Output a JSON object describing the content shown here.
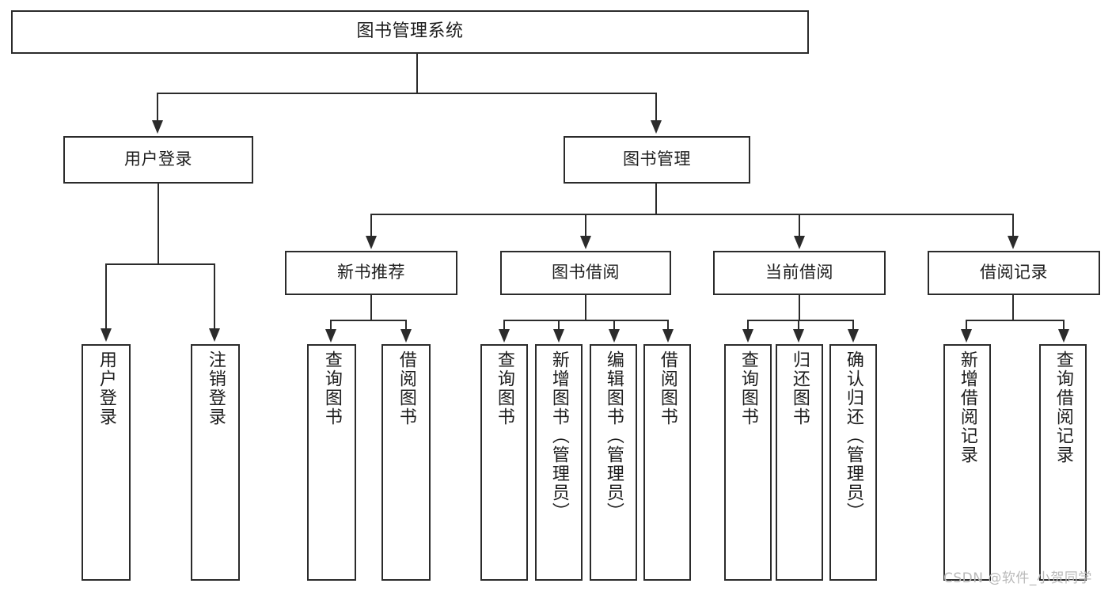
{
  "diagram": {
    "type": "tree-hierarchy-chart",
    "title_node": {
      "label": "图书管理系统"
    },
    "level2": [
      {
        "id": "user-login",
        "label": "用户登录"
      },
      {
        "id": "book-management",
        "label": "图书管理"
      }
    ],
    "level3": [
      {
        "id": "new-book-recommend",
        "label": "新书推荐"
      },
      {
        "id": "book-borrow",
        "label": "图书借阅"
      },
      {
        "id": "current-borrow",
        "label": "当前借阅"
      },
      {
        "id": "borrow-record",
        "label": "借阅记录"
      }
    ],
    "leaves": {
      "user_login": [
        {
          "id": "leaf-user-login",
          "label": "用户登录"
        },
        {
          "id": "leaf-logout",
          "label": "注销登录"
        }
      ],
      "new_book_recommend": [
        {
          "id": "leaf-query-book-1",
          "label": "查询图书"
        },
        {
          "id": "leaf-borrow-book-1",
          "label": "借阅图书"
        }
      ],
      "book_borrow": [
        {
          "id": "leaf-query-book-2",
          "label": "查询图书"
        },
        {
          "id": "leaf-add-book",
          "label": "新增图书（管理员）"
        },
        {
          "id": "leaf-edit-book",
          "label": "编辑图书（管理员）"
        },
        {
          "id": "leaf-borrow-book-2",
          "label": "借阅图书"
        }
      ],
      "current_borrow": [
        {
          "id": "leaf-query-book-3",
          "label": "查询图书"
        },
        {
          "id": "leaf-return-book",
          "label": "归还图书"
        },
        {
          "id": "leaf-confirm-return",
          "label": "确认归还（管理员）"
        }
      ],
      "borrow_record": [
        {
          "id": "leaf-add-record",
          "label": "新增借阅记录"
        },
        {
          "id": "leaf-query-record",
          "label": "查询借阅记录"
        }
      ]
    },
    "watermark": {
      "text": "CSDN @软件_小贺同学"
    },
    "colors": {
      "stroke": "#2b2b2b",
      "text": "#1d1d1d",
      "background": "#ffffff",
      "watermark": "#b9b9b9"
    }
  }
}
